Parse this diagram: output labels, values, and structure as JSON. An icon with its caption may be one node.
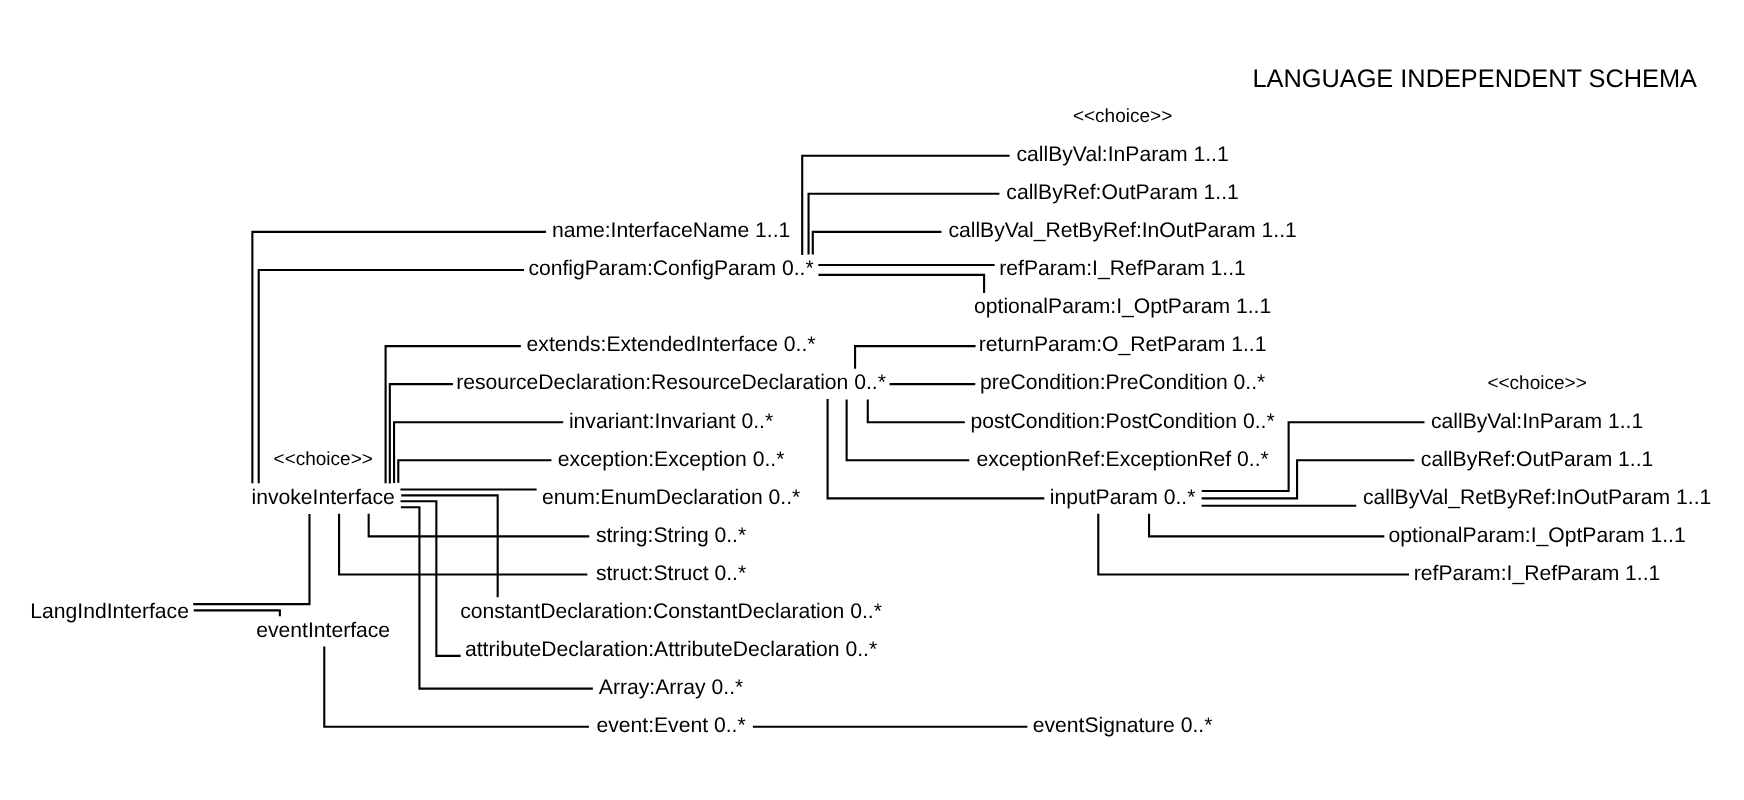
{
  "diagram": {
    "title": "LANGUAGE INDEPENDENT SCHEMA",
    "nodes": [
      {
        "text": [
          "LangIndInterface"
        ]
      },
      {
        "text": [
          "invokeInterface"
        ]
      },
      {
        "text": [
          "name:InterfaceName 1..1"
        ]
      },
      {
        "text": [
          "configParam:ConfigParam 0..*"
        ]
      },
      {
        "text": [
          "extends:ExtendedInterface 0..*"
        ]
      },
      {
        "text": [
          "resourceDeclaration:ResourceDeclaration 0..*"
        ]
      },
      {
        "text": [
          "invariant:Invariant 0..*"
        ]
      },
      {
        "text": [
          "exception:Exception 0..*"
        ]
      },
      {
        "text": [
          "enum:EnumDeclaration 0..*"
        ]
      },
      {
        "text": [
          "string:String 0..*"
        ]
      },
      {
        "text": [
          "struct:Struct 0..*"
        ]
      },
      {
        "text": [
          "constantDeclaration:ConstantDeclaration 0..*"
        ]
      },
      {
        "text": [
          "attributeDeclaration:AttributeDeclaration 0..*"
        ]
      },
      {
        "text": [
          "Array:Array 0..*"
        ]
      },
      {
        "text": [
          "callByVal:InParam 1..1"
        ]
      },
      {
        "text": [
          "callByRef:OutParam 1..1"
        ]
      },
      {
        "text": [
          "callByVal_RetByRef:InOutParam 1..1"
        ]
      },
      {
        "text": [
          "refParam:I_RefParam 1..1"
        ]
      },
      {
        "text": [
          "optionalParam:I_OptParam 1..1"
        ]
      },
      {
        "text": [
          "returnParam:O_RetParam 1..1"
        ]
      },
      {
        "text": [
          "preCondition:PreCondition 0..*"
        ]
      },
      {
        "text": [
          "postCondition:PostCondition 0..*"
        ]
      },
      {
        "text": [
          "exceptionRef:ExceptionRef 0..*"
        ]
      },
      {
        "text": [
          "inputParam 0..*"
        ]
      },
      {
        "text": [
          "callByVal:InParam 1..1"
        ]
      },
      {
        "text": [
          "callByRef:OutParam 1..1"
        ]
      },
      {
        "text": [
          "callByVal_RetByRef:InOutParam 1..1"
        ]
      },
      {
        "text": [
          "optionalParam:I_OptParam 1..1"
        ]
      },
      {
        "text": [
          "refParam:I_RefParam 1..1"
        ]
      },
      {
        "text": [
          "eventInterface"
        ]
      },
      {
        "text": [
          "event:Event 0..*"
        ]
      },
      {
        "text": [
          "eventSignature 0..*"
        ]
      }
    ],
    "edges": [
      {
        "from": 0,
        "to": 1,
        "arrow": "none"
      },
      {
        "from": 0,
        "to": 29,
        "arrow": "none"
      },
      {
        "from": 1,
        "to": 2,
        "arrow": "none"
      },
      {
        "from": 1,
        "to": 3,
        "arrow": "none"
      },
      {
        "from": 1,
        "to": 4,
        "arrow": "none"
      },
      {
        "from": 1,
        "to": 5,
        "arrow": "none"
      },
      {
        "from": 1,
        "to": 6,
        "arrow": "none"
      },
      {
        "from": 1,
        "to": 7,
        "arrow": "none"
      },
      {
        "from": 1,
        "to": 8,
        "arrow": "none"
      },
      {
        "from": 1,
        "to": 9,
        "arrow": "none"
      },
      {
        "from": 1,
        "to": 10,
        "arrow": "none"
      },
      {
        "from": 1,
        "to": 11,
        "arrow": "none"
      },
      {
        "from": 1,
        "to": 12,
        "arrow": "none"
      },
      {
        "from": 1,
        "to": 13,
        "arrow": "none"
      },
      {
        "from": 3,
        "to": 14,
        "arrow": "none"
      },
      {
        "from": 3,
        "to": 15,
        "arrow": "none"
      },
      {
        "from": 3,
        "to": 16,
        "arrow": "none"
      },
      {
        "from": 3,
        "to": 17,
        "arrow": "none"
      },
      {
        "from": 3,
        "to": 18,
        "arrow": "none"
      },
      {
        "from": 5,
        "to": 19,
        "arrow": "none"
      },
      {
        "from": 5,
        "to": 20,
        "arrow": "none"
      },
      {
        "from": 5,
        "to": 21,
        "arrow": "none"
      },
      {
        "from": 5,
        "to": 22,
        "arrow": "none"
      },
      {
        "from": 5,
        "to": 23,
        "arrow": "none"
      },
      {
        "from": 23,
        "to": 24,
        "arrow": "none"
      },
      {
        "from": 23,
        "to": 25,
        "arrow": "none"
      },
      {
        "from": 23,
        "to": 26,
        "arrow": "none"
      },
      {
        "from": 23,
        "to": 27,
        "arrow": "none"
      },
      {
        "from": 23,
        "to": 28,
        "arrow": "none"
      },
      {
        "from": 29,
        "to": 30,
        "arrow": "none"
      },
      {
        "from": 30,
        "to": 31,
        "arrow": "none"
      }
    ],
    "labels": [
      "<<choice>>",
      "<<choice>>",
      "<<choice>>"
    ]
  }
}
